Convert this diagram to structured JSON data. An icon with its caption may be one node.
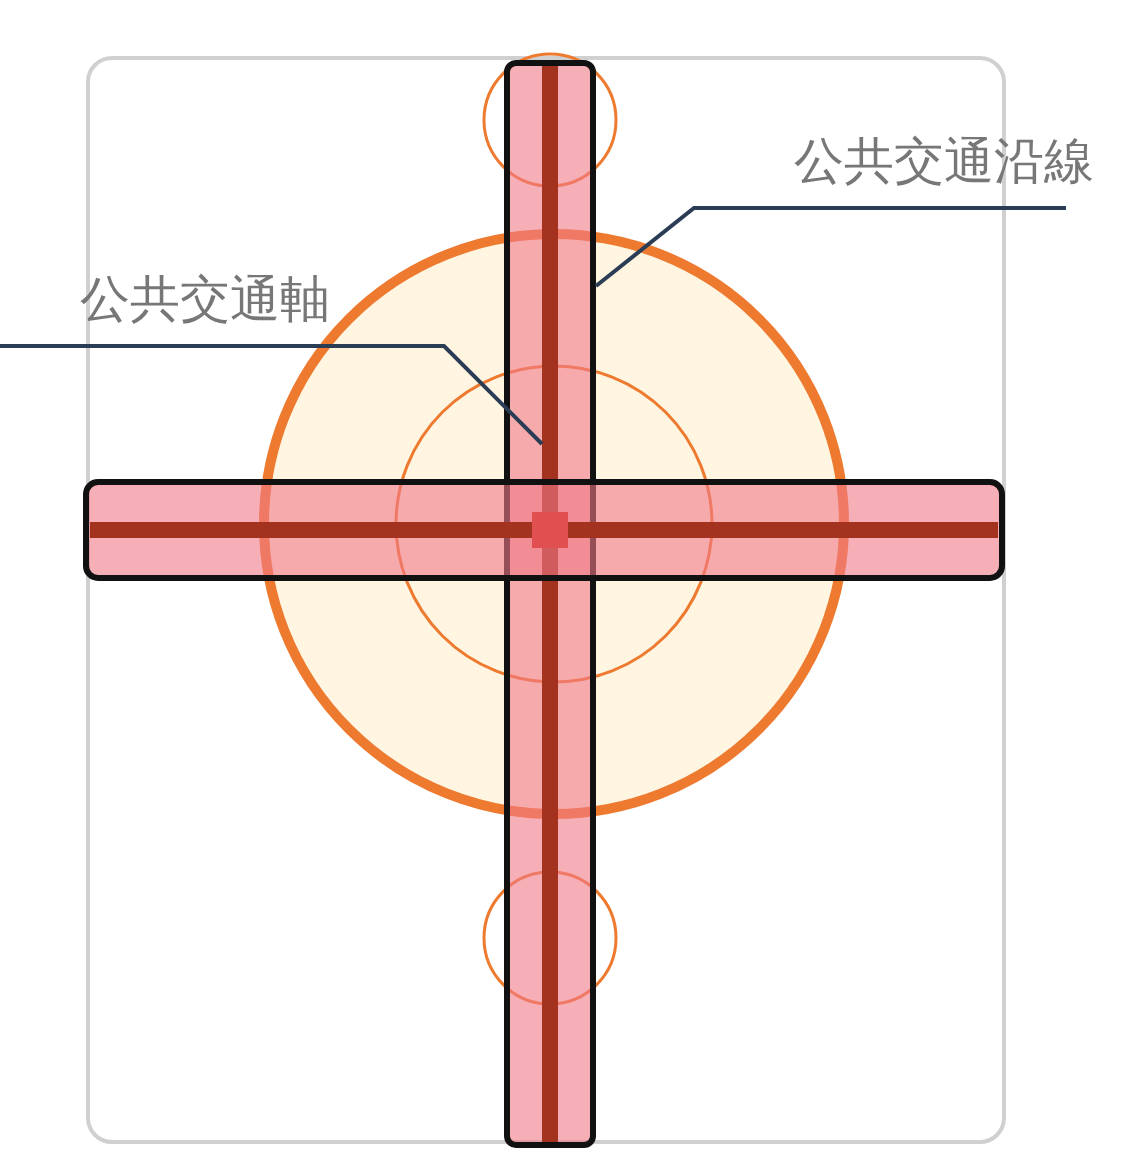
{
  "diagram": {
    "nodes": [
      {
        "text": [
          "公共交通軸"
        ]
      },
      {
        "text": [
          "公共交通沿線"
        ]
      },
      {
        "text": [],
        "shape": "bar"
      },
      {
        "text": [],
        "shape": "bar",
        "in": 2
      }
    ],
    "edges": [
      {
        "from": 0,
        "to": 3,
        "arrow": "none"
      },
      {
        "from": 1,
        "to": 2,
        "arrow": "none"
      }
    ]
  }
}
